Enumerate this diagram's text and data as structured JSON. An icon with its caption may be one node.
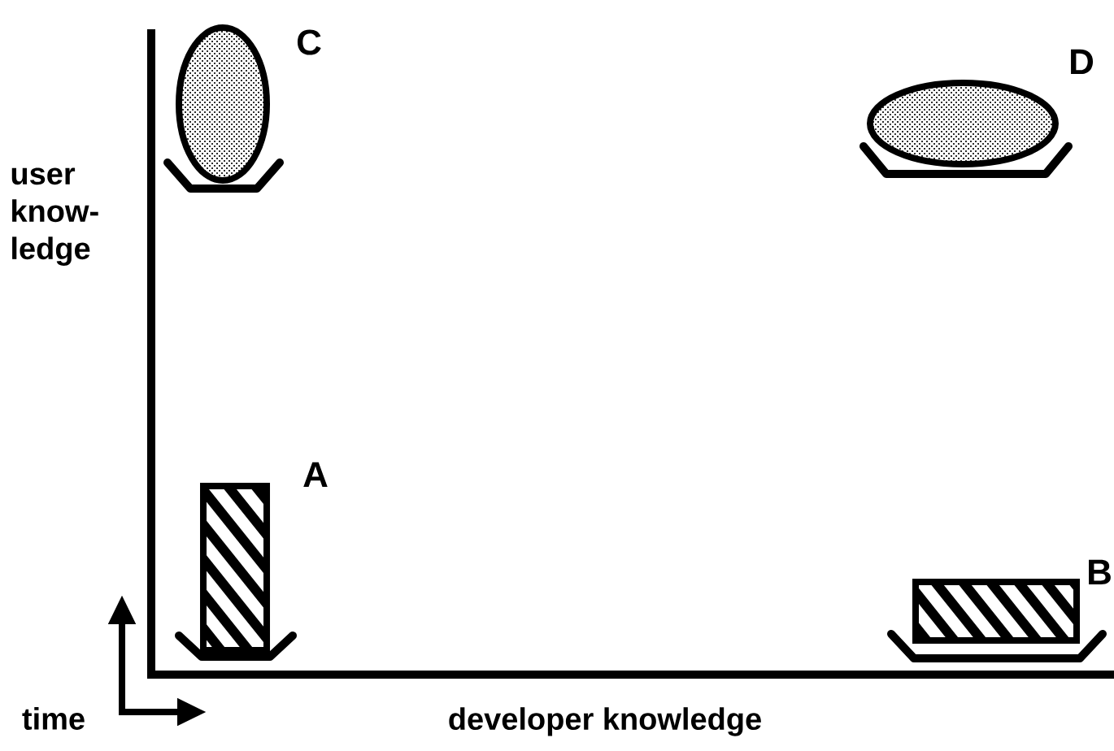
{
  "diagram": {
    "nodes": [
      {
        "text": [
          "C"
        ]
      },
      {
        "text": [
          "D"
        ]
      },
      {
        "text": [
          "A"
        ]
      },
      {
        "text": [
          "B"
        ]
      }
    ],
    "labels": [
      "user know-ledge",
      "time",
      "developer knowledge"
    ]
  }
}
